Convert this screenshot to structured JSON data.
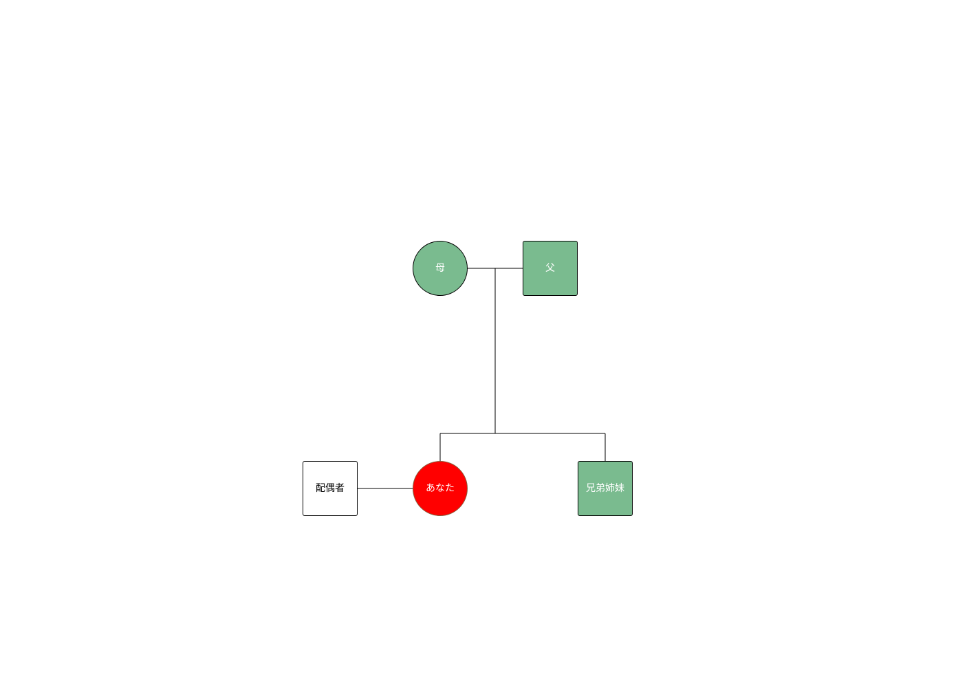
{
  "nodes": {
    "mother": {
      "label": "母",
      "shape": "circle",
      "fill": "#7abb8f",
      "text_color": "#ffffff"
    },
    "father": {
      "label": "父",
      "shape": "square",
      "fill": "#7abb8f",
      "text_color": "#ffffff"
    },
    "you": {
      "label": "あなた",
      "shape": "circle",
      "fill": "#ff0000",
      "text_color": "#ffffff"
    },
    "spouse": {
      "label": "配偶者",
      "shape": "square",
      "fill": "#ffffff",
      "text_color": "#000000"
    },
    "sibling": {
      "label": "兄弟姉妹",
      "shape": "square",
      "fill": "#7abb8f",
      "text_color": "#ffffff"
    }
  },
  "connector_color": "#000000"
}
